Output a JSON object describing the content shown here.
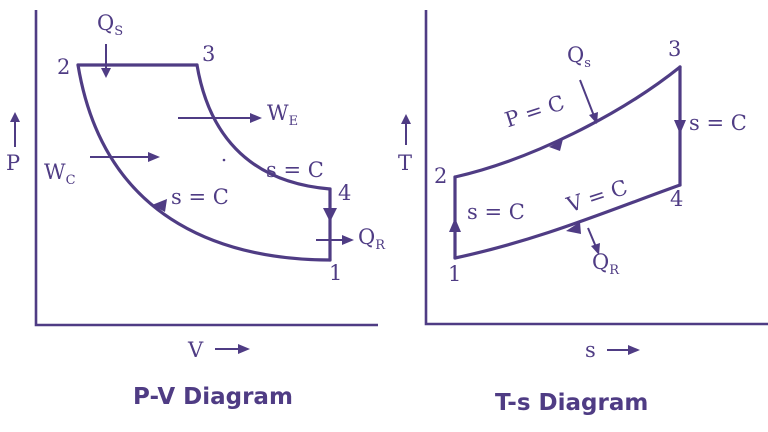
{
  "pv": {
    "caption": "P-V Diagram",
    "axis_y": "P",
    "axis_x": "V",
    "points": [
      "1",
      "2",
      "3",
      "4"
    ],
    "heat_supplied": {
      "main": "Q",
      "sub": "S"
    },
    "heat_rejected": {
      "main": "Q",
      "sub": "R"
    },
    "work_expansion": {
      "main": "W",
      "sub": "E"
    },
    "work_compression": {
      "main": "W",
      "sub": "C"
    },
    "label_expansion": "s = C",
    "label_compression": "s = C"
  },
  "ts": {
    "caption": "T-s Diagram",
    "axis_y": "T",
    "axis_x": "s",
    "points": [
      "1",
      "2",
      "3",
      "4"
    ],
    "heat_supplied": {
      "main": "Q",
      "sub": "s"
    },
    "heat_rejected": {
      "main": "Q",
      "sub": "R"
    },
    "label_pressure": "P = C",
    "label_volume": "V = C",
    "label_compression": "s = C",
    "label_expansion": "s = C"
  },
  "colors": {
    "ink": "#4f3c84",
    "background": "#ffffff"
  }
}
